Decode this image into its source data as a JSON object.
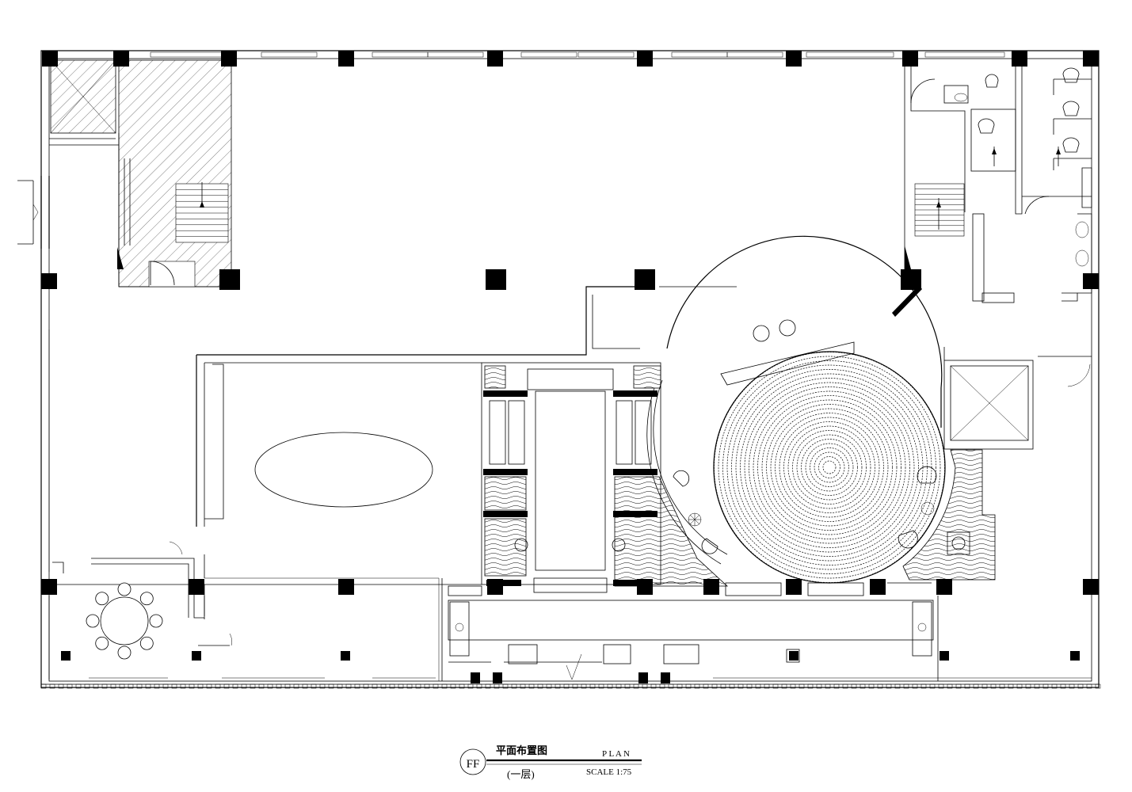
{
  "drawing": {
    "symbol": "FF",
    "title_cn": "平面布置图",
    "title_en": "P L A N",
    "floor_cn": "(一层)",
    "scale": "SCALE 1:75"
  },
  "icons": [
    "table-chair-icon",
    "toilet-icon",
    "urinal-icon",
    "sink-icon",
    "stair-arrow-icon",
    "door-swing-icon",
    "plant-icon",
    "elevator-x-icon"
  ]
}
